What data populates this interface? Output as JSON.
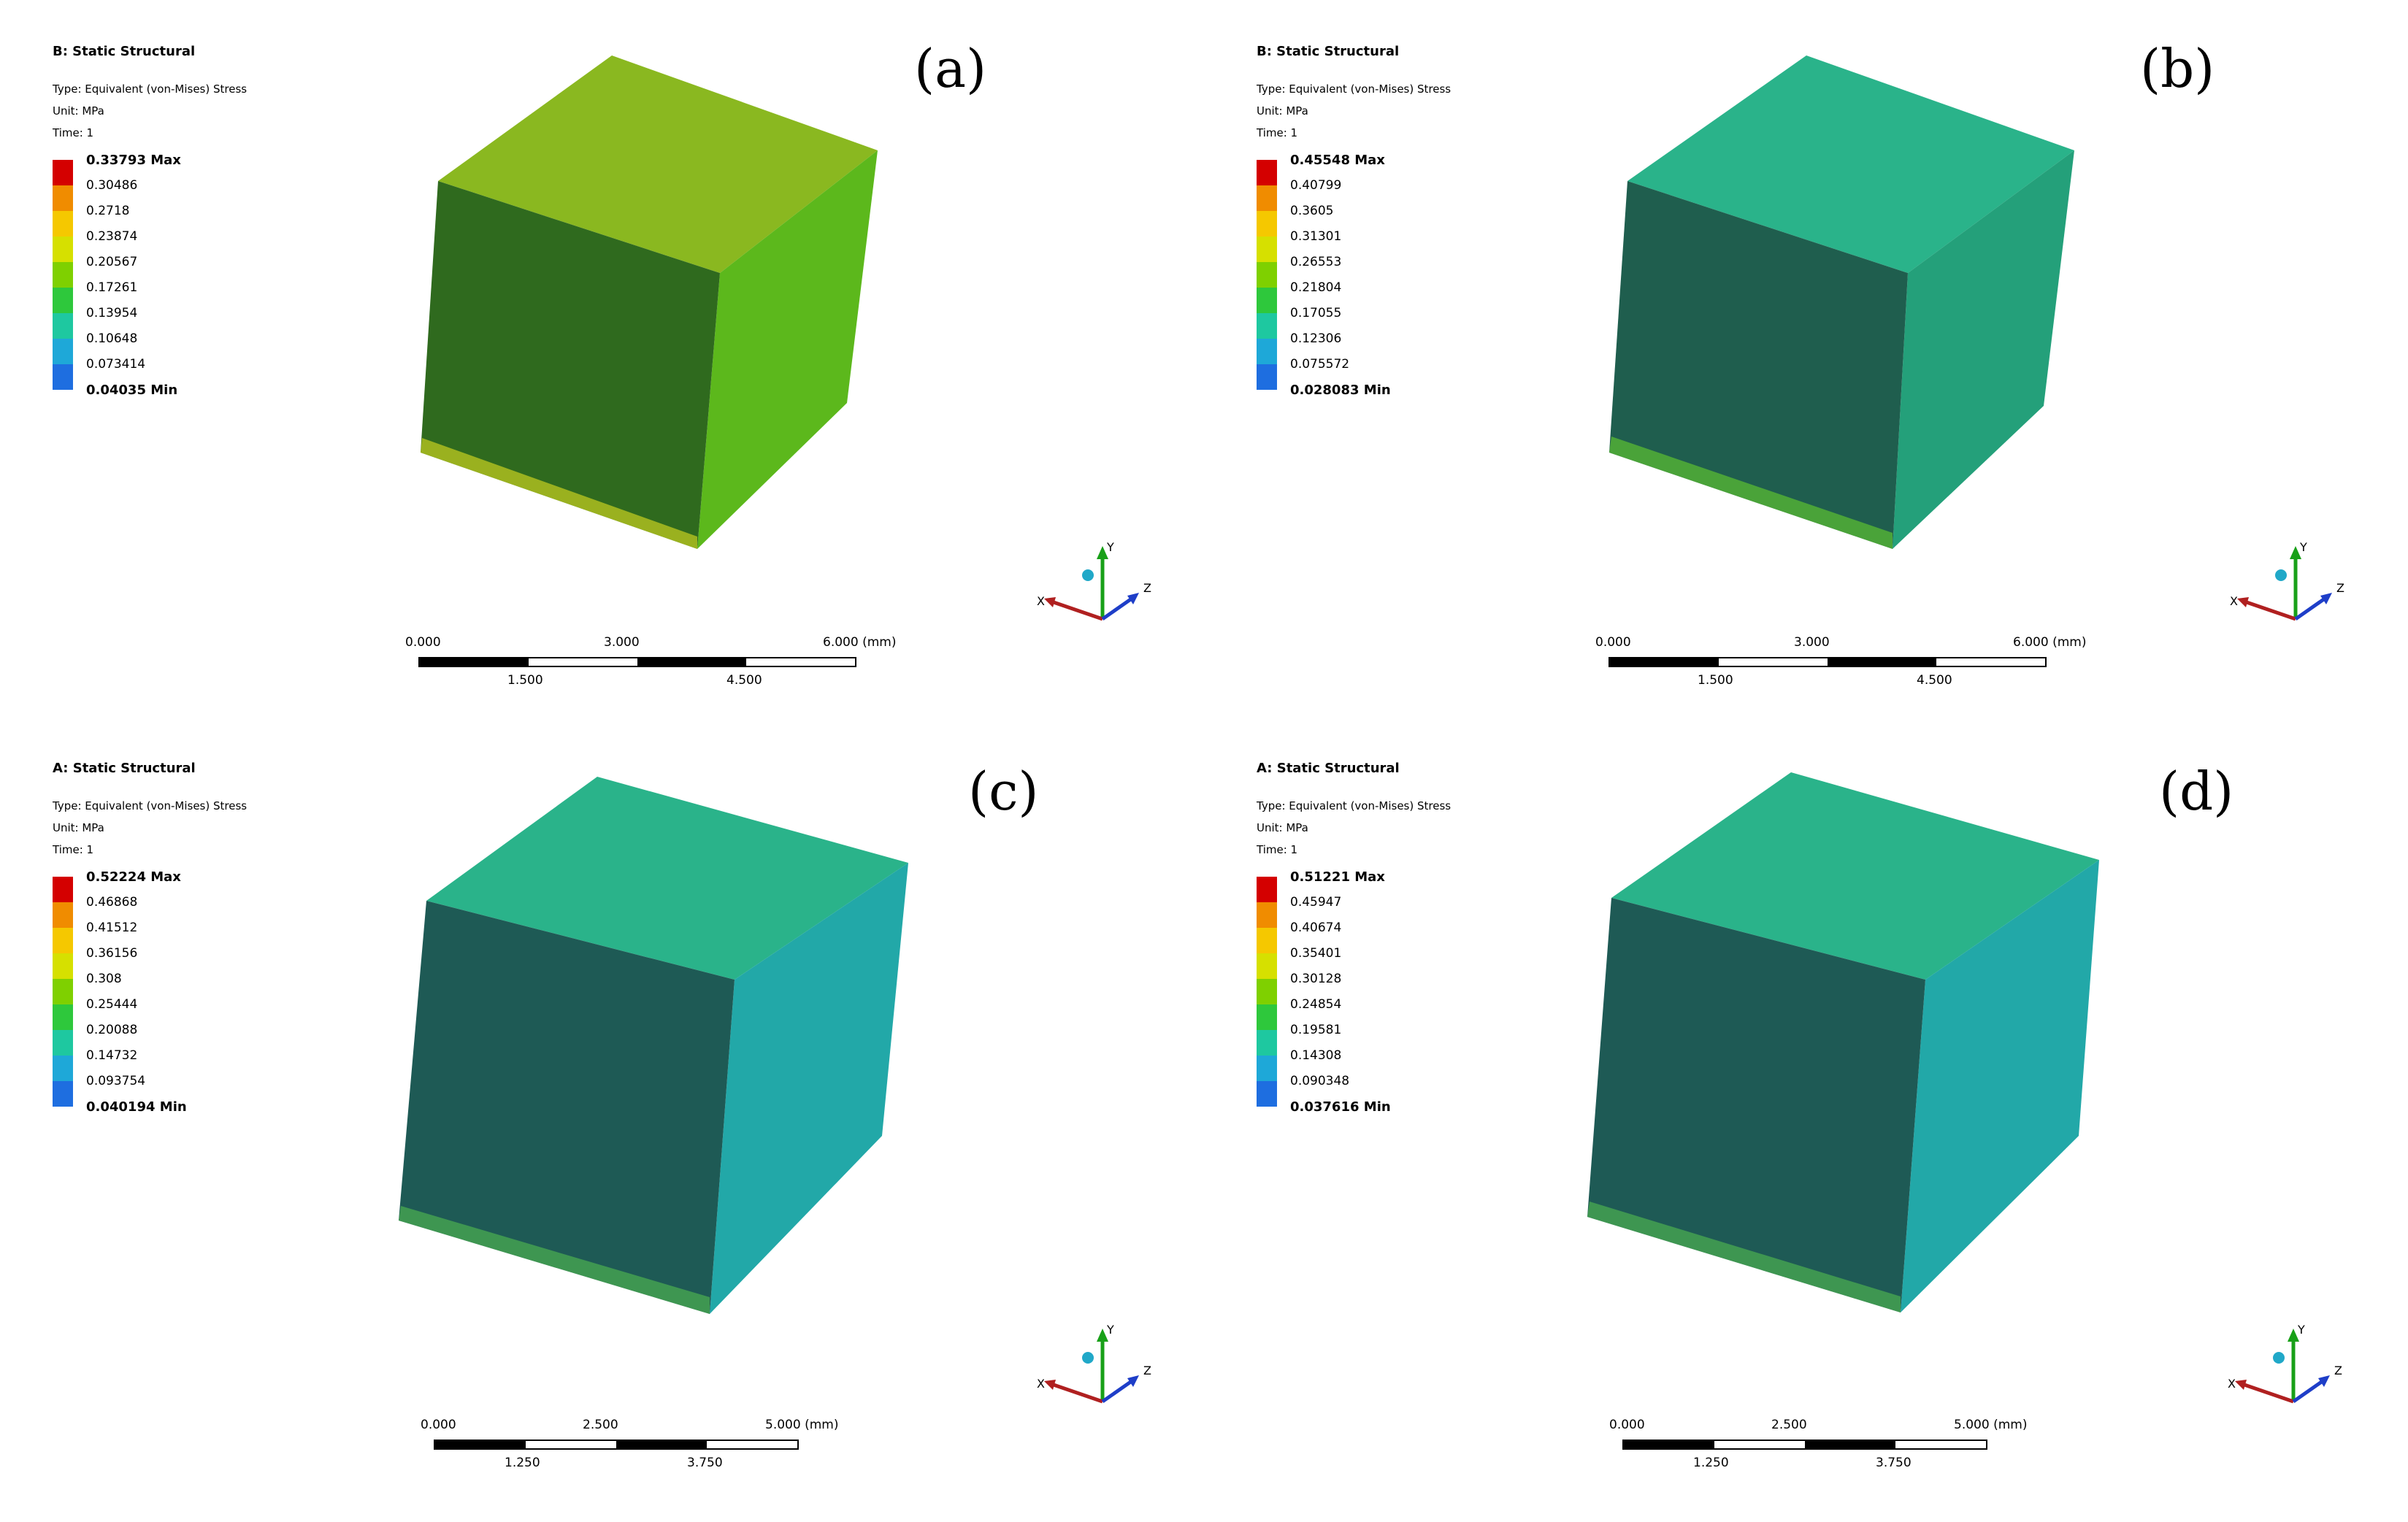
{
  "panels": [
    {
      "id": "a",
      "letter": "(a)",
      "title": "B: Static Structural",
      "type_line": "Type: Equivalent (von-Mises) Stress",
      "unit_line": "Unit: MPa",
      "time_line": "Time: 1",
      "legend": [
        "0.33793 Max",
        "0.30486",
        "0.2718",
        "0.23874",
        "0.20567",
        "0.17261",
        "0.13954",
        "0.10648",
        "0.073414",
        "0.04035 Min"
      ],
      "scale_top": [
        "0.000",
        "3.000",
        "6.000 (mm)"
      ],
      "scale_bottom": [
        "1.500",
        "4.500"
      ]
    },
    {
      "id": "b",
      "letter": "(b)",
      "title": "B: Static Structural",
      "type_line": "Type: Equivalent (von-Mises) Stress",
      "unit_line": "Unit: MPa",
      "time_line": "Time: 1",
      "legend": [
        "0.45548 Max",
        "0.40799",
        "0.3605",
        "0.31301",
        "0.26553",
        "0.21804",
        "0.17055",
        "0.12306",
        "0.075572",
        "0.028083 Min"
      ],
      "scale_top": [
        "0.000",
        "3.000",
        "6.000 (mm)"
      ],
      "scale_bottom": [
        "1.500",
        "4.500"
      ]
    },
    {
      "id": "c",
      "letter": "(c)",
      "title": "A: Static Structural",
      "type_line": "Type: Equivalent (von-Mises) Stress",
      "unit_line": "Unit: MPa",
      "time_line": "Time: 1",
      "legend": [
        "0.52224 Max",
        "0.46868",
        "0.41512",
        "0.36156",
        "0.308",
        "0.25444",
        "0.20088",
        "0.14732",
        "0.093754",
        "0.040194 Min"
      ],
      "scale_top": [
        "0.000",
        "2.500",
        "5.000 (mm)"
      ],
      "scale_bottom": [
        "1.250",
        "3.750"
      ]
    },
    {
      "id": "d",
      "letter": "(d)",
      "title": "A: Static Structural",
      "type_line": "Type: Equivalent (von-Mises) Stress",
      "unit_line": "Unit: MPa",
      "time_line": "Time: 1",
      "legend": [
        "0.51221 Max",
        "0.45947",
        "0.40674",
        "0.35401",
        "0.30128",
        "0.24854",
        "0.19581",
        "0.14308",
        "0.090348",
        "0.037616 Min"
      ],
      "scale_top": [
        "0.000",
        "2.500",
        "5.000 (mm)"
      ],
      "scale_bottom": [
        "1.250",
        "3.750"
      ]
    }
  ],
  "legend_colors": [
    "#d40000",
    "#f08c00",
    "#f5c800",
    "#d6e000",
    "#7fd000",
    "#2ec83c",
    "#1ec8a0",
    "#1ea8d8",
    "#1e6ee0",
    "#1e2ad0"
  ],
  "axes": {
    "x": "X",
    "y": "Y",
    "z": "Z"
  },
  "cube_colors": {
    "a": {
      "top": "#8ab820",
      "right": "#5cb81c",
      "front": "#2f6a1e",
      "accent": "#c8d020"
    },
    "b": {
      "top": "#2ab38a",
      "right": "#24a07a",
      "front": "#1f5e4e",
      "accent": "#5cc030"
    },
    "c": {
      "top": "#2ab38a",
      "right": "#22a8a8",
      "front": "#1e5a55",
      "accent": "#4caf50"
    },
    "d": {
      "top": "#2ab38a",
      "right": "#22a8a8",
      "front": "#1e5a55",
      "accent": "#4caf50"
    }
  }
}
